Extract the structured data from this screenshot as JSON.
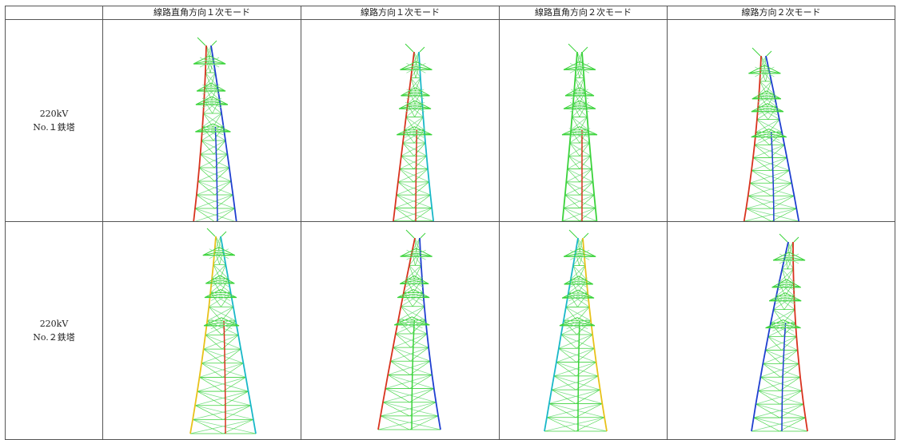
{
  "table": {
    "corner": "",
    "columns": [
      "線路直角方向１次モード",
      "線路方向１次モード",
      "線路直角方向２次モード",
      "線路方向２次モード"
    ],
    "rows": [
      {
        "label_line1": "220kV",
        "label_line2": "No.１鉄塔"
      },
      {
        "label_line1": "220kV",
        "label_line2": "No.２鉄塔"
      }
    ]
  },
  "colors": {
    "mesh": "#3bd33b",
    "mesh_light": "#7fe08a",
    "high": "#d8321e",
    "mid": "#e8c21a",
    "low": "#1f3fd0",
    "cyan": "#19b8c8",
    "border": "#555555"
  },
  "figures": [
    {
      "row": 0,
      "col": 0,
      "lean": 0.0,
      "left_color": "high",
      "right_color": "low",
      "center_color": "low"
    },
    {
      "row": 0,
      "col": 1,
      "lean": 0.0,
      "left_color": "high",
      "right_color": "cyan",
      "center_color": "high"
    },
    {
      "row": 0,
      "col": 2,
      "lean": 0.0,
      "left_color": "mesh",
      "right_color": "mesh",
      "center_color": "high"
    },
    {
      "row": 0,
      "col": 3,
      "lean": 0.0,
      "left_color": "high",
      "right_color": "low",
      "center_color": "low"
    },
    {
      "row": 1,
      "col": 0,
      "lean": 0.0,
      "left_color": "mid",
      "right_color": "cyan",
      "center_color": "high"
    },
    {
      "row": 1,
      "col": 1,
      "lean": 0.0,
      "left_color": "high",
      "right_color": "low",
      "center_color": "mesh"
    },
    {
      "row": 1,
      "col": 2,
      "lean": 0.0,
      "left_color": "cyan",
      "right_color": "mid",
      "center_color": "mesh"
    },
    {
      "row": 1,
      "col": 3,
      "lean": 0.0,
      "left_color": "low",
      "right_color": "high",
      "center_color": "low"
    }
  ]
}
